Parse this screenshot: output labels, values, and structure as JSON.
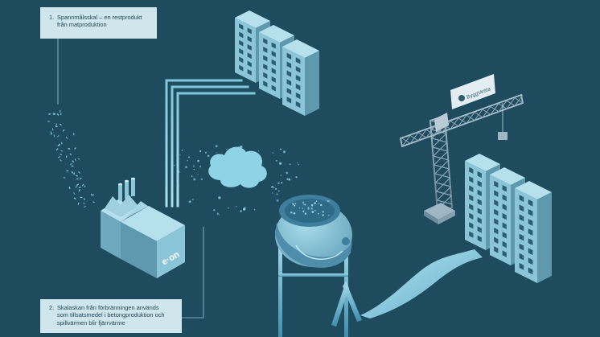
{
  "callouts": [
    {
      "number": "1.",
      "lines": [
        "Spannmålsskal – en restprodukt",
        "från matproduktion"
      ]
    },
    {
      "number": "2.",
      "lines": [
        "Skalaskan från förbränningen används",
        "som tillsatsmedel i betongproduktion och",
        "spillvärmen blir fjärrvärme"
      ]
    }
  ],
  "labels": {
    "factory_logo": "e·on",
    "crane_sign": "ByggVesta"
  },
  "colors": {
    "background": "#1f4b5e",
    "callout_bg": "#cfe7ec",
    "callout_text": "#23485a",
    "light_cyan": "#8fd3e6",
    "building_front": "#8bc6d8",
    "building_side": "#5f99b0",
    "building_top": "#b5e0ec",
    "window": "#2d5d72"
  },
  "icons": [
    "factory-icon",
    "building-icon",
    "crane-icon",
    "cement-mixer-icon",
    "smoke-cloud-icon"
  ]
}
